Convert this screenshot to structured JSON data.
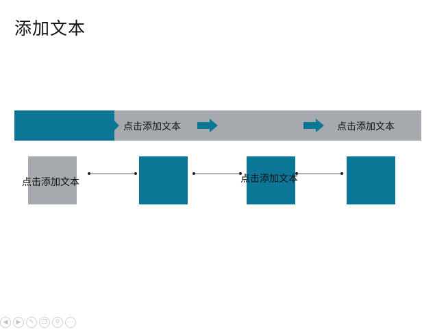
{
  "title": "添加文本",
  "band": {
    "label_1": "点击添加文本",
    "label_2": "点击添加文本"
  },
  "steps": {
    "box_1_label": "点击添加文本",
    "box_3_label": "点击添加文本"
  },
  "colors": {
    "teal": "#0c7696",
    "gray": "#a6a9ad"
  },
  "icons": {
    "toolbar": [
      "prev-icon",
      "next-icon",
      "pen-icon",
      "copy-icon",
      "zoom-icon",
      "more-icon"
    ]
  }
}
